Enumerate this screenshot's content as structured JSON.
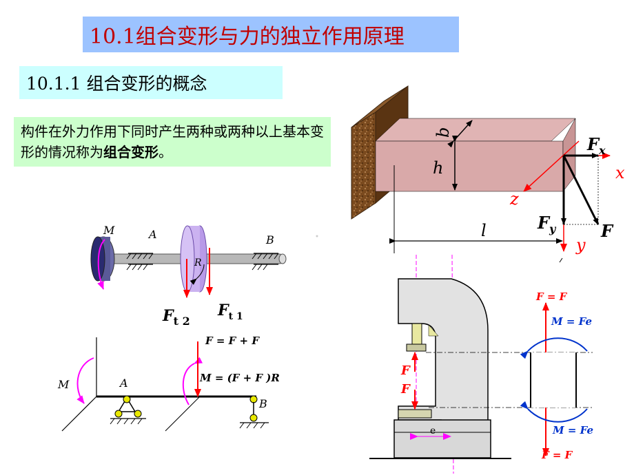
{
  "title": "10.1组合变形与力的独立作用原理",
  "subtitle": "10.1.1  组合变形的概念",
  "definition": {
    "text_before": "构件在外力作用下同时产生两种或两种以上基本变形的情况称为",
    "emphasis": "组合变形",
    "text_after": "。"
  },
  "beam_diagram": {
    "label_b": "b",
    "label_h": "h",
    "label_l": "l",
    "label_x": "x",
    "label_y": "y",
    "label_z": "z",
    "label_Fx": "F",
    "label_Fx_sub": "x",
    "label_Fy": "F",
    "label_Fy_sub": "y",
    "label_F": "F"
  },
  "shaft_diagram": {
    "label_M": "M",
    "label_A": "A",
    "label_B": "B",
    "label_R": "R",
    "label_Ft2": "F",
    "label_Ft2_sub": "t 2",
    "label_Ft1": "F",
    "label_Ft1_sub": "t 1"
  },
  "beam_model": {
    "label_M": "M",
    "label_A": "A",
    "label_B": "B",
    "eq_Fr": "F  = F   + F",
    "eq_M": "M = (F   + F  )R"
  },
  "press_diagram": {
    "label_e": "e",
    "label_F_top": "F",
    "label_F_bottom": "F",
    "eq_F_top": "F = F",
    "eq_M_top": "M = Fe",
    "eq_M_bottom": "M = Fe",
    "eq_F_bottom": "F = F"
  },
  "colors": {
    "title_bg": "#9cc3ff",
    "title_text": "#c00000",
    "subtitle_bg": "#ccffff",
    "definition_bg": "#ccffcc",
    "force_red": "#ff0000",
    "moment_blue": "#0033cc",
    "magenta": "#ff00ff"
  }
}
